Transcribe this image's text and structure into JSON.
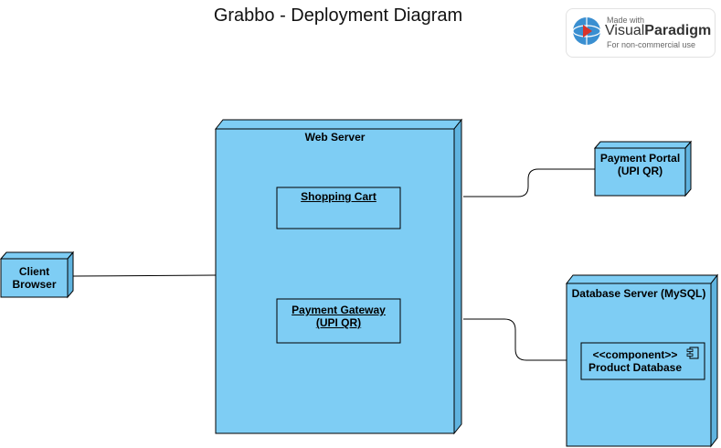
{
  "title": "Grabbo - Deployment Diagram",
  "watermark": {
    "made_with": "Made with",
    "brand_prefix": "Visual",
    "brand_suffix": "Paradigm",
    "subtitle": "For non-commercial use"
  },
  "nodes": {
    "web_server": "Web Server",
    "client_browser_line1": "Client",
    "client_browser_line2": "Browser",
    "payment_portal_line1": "Payment Portal",
    "payment_portal_line2": "(UPI QR)",
    "database_server": "Database Server (MySQL)"
  },
  "artifacts": {
    "shopping_cart": "Shopping Cart",
    "payment_gateway_line1": "Payment Gateway",
    "payment_gateway_line2": "(UPI QR)"
  },
  "component": {
    "stereotype": "<<component>>",
    "name": "Product Database"
  },
  "colors": {
    "node_fill": "#7ecdf4",
    "node_side": "#5fb3df",
    "stroke": "#000000"
  }
}
